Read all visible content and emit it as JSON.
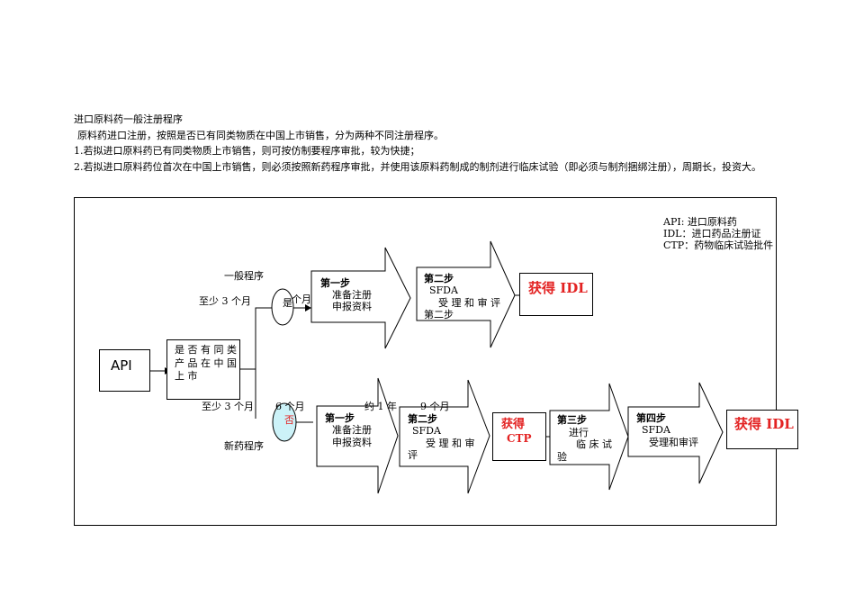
{
  "intro": {
    "title": "进口原料药一般注册程序",
    "line1": "原料药进口注册，按照是否已有同类物质在中国上市销售，分为两种不同注册程序。",
    "line2": "1.若拟进口原料药已有同类物质上市销售，则可按仿制要程序审批，较为快捷；",
    "line3": "2.若拟进口原料药位首次在中国上市销售，则必须按照新药程序审批，并使用该原料药制成的制剂进行临床试验（即必须与制剂捆绑注册），周期长，投资大。"
  },
  "legend": {
    "api": "API: 进口原料药",
    "idl": "IDL：进口药品注册证",
    "ctp": "CTP：药物临床试验批件"
  },
  "diagram": {
    "api_box": "API",
    "question": [
      "是 否 有 同 类",
      "产 品 在 中 国",
      "上 市"
    ],
    "general_label": "一般程序",
    "general_time": "至少 3 个月",
    "yes": "是",
    "yes_overlap": "个月",
    "new_label": "新药程序",
    "new_time": "至少 3 个月",
    "no": "否",
    "no_overlap1": "6 个月",
    "no_overlap2": "约 1 年",
    "no_overlap3": "9 个月",
    "top": {
      "step1_title": "第一步",
      "step1_lines": [
        "准备注册",
        "申报资料"
      ],
      "step2_title": "第二步",
      "step2_lines": [
        "SFDA",
        "受 理 和 审 评",
        "第二步"
      ],
      "result": "获得 IDL"
    },
    "bottom": {
      "step1_title": "第一步",
      "step1_lines": [
        "准备注册",
        "申报资料"
      ],
      "step2_title": "第二步",
      "step2_lines": [
        "SFDA",
        "受 理 和 审",
        "评"
      ],
      "ctp_result": [
        "获得",
        "CTP"
      ],
      "step3_title": "第三步",
      "step3_lines": [
        "进行",
        "临 床 试",
        "验"
      ],
      "step4_title": "第四步",
      "step4_lines": [
        "SFDA",
        "受理和审评"
      ],
      "result": "获得 IDL"
    }
  },
  "colors": {
    "result_red": "#e32222",
    "no_fill": "#ccf2f8"
  }
}
